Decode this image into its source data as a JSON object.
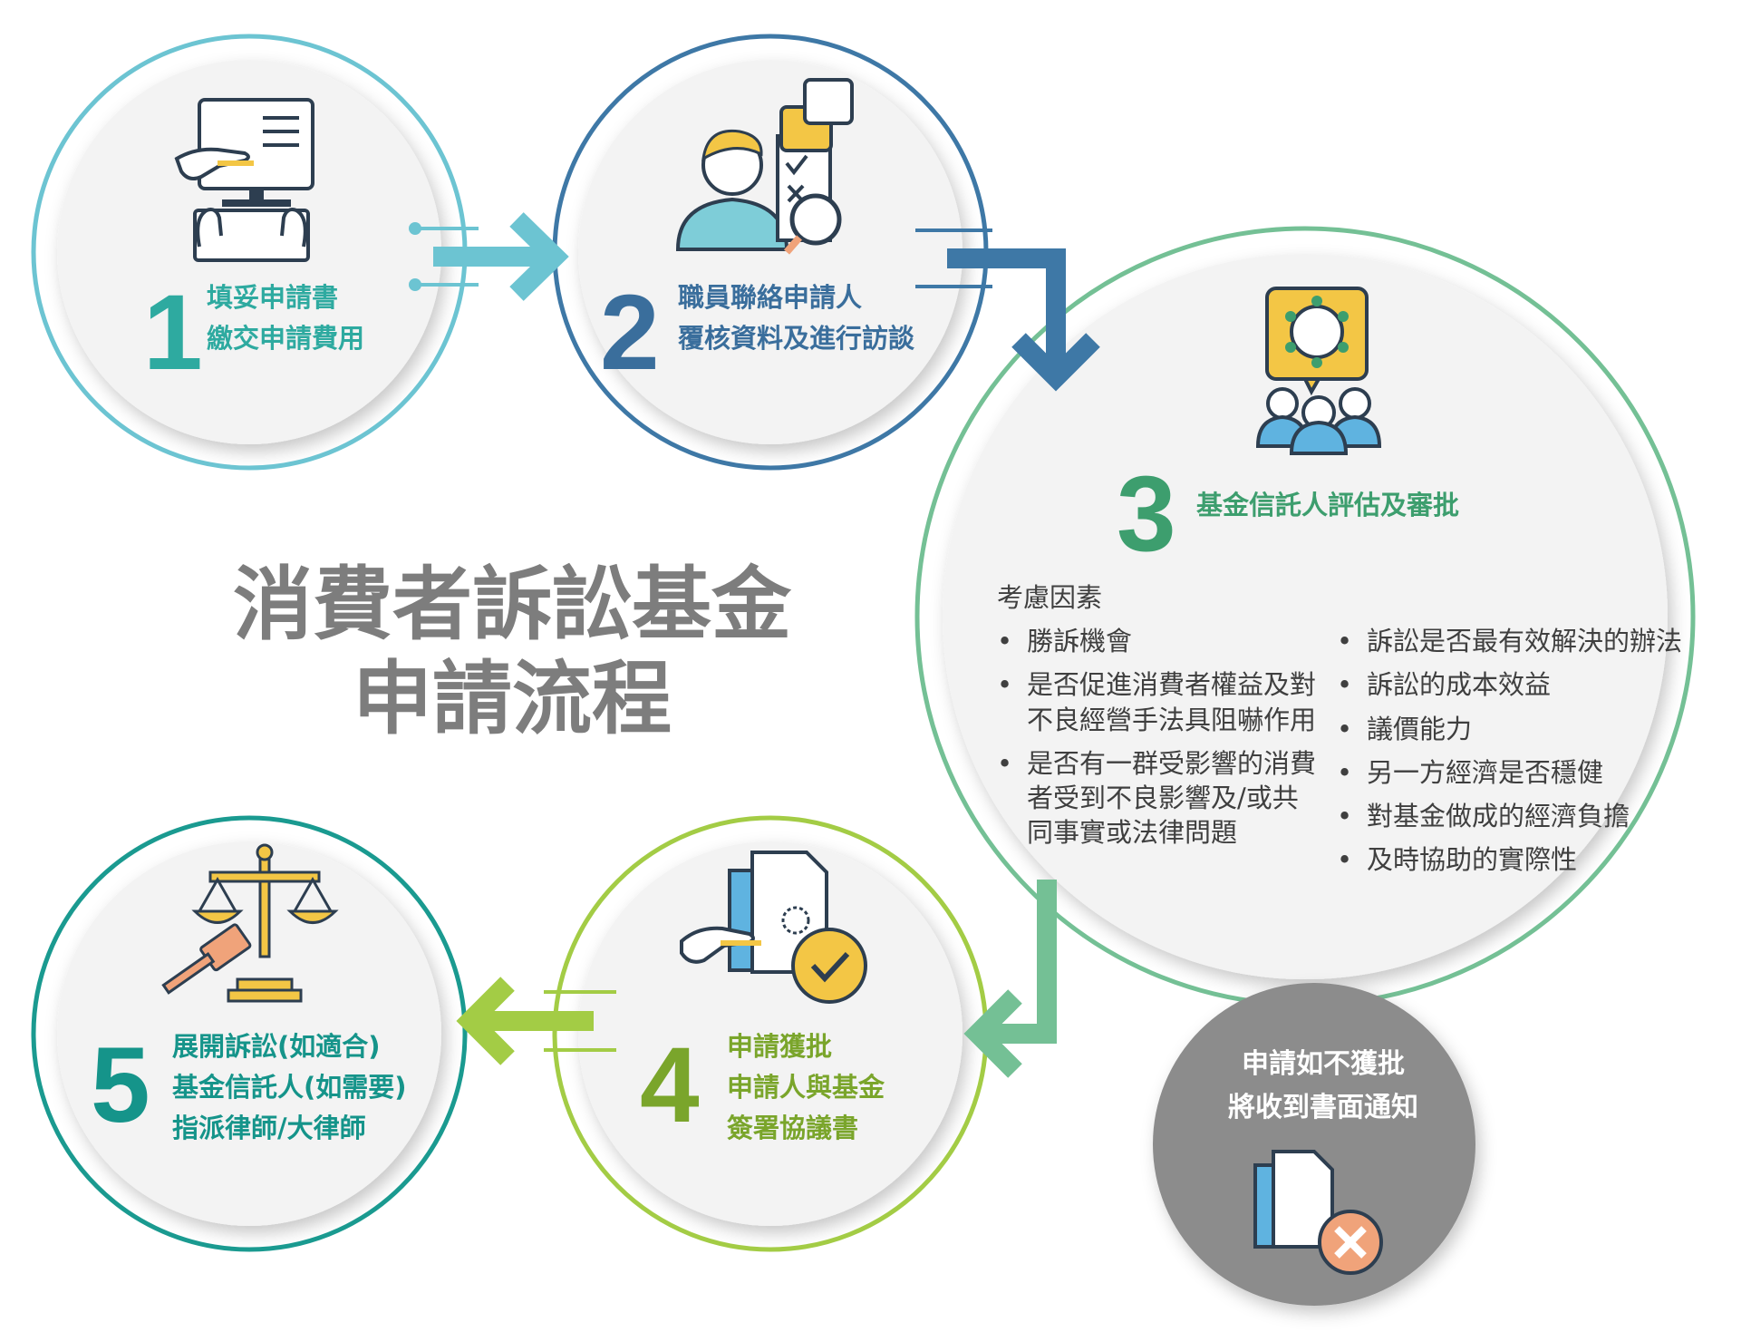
{
  "title": {
    "line1": "消費者訴訟基金",
    "line2": "申請流程"
  },
  "steps": [
    {
      "number": "1",
      "lines": [
        "填妥申請書",
        "繳交申請費用"
      ],
      "color": "#2eaaa0"
    },
    {
      "number": "2",
      "lines": [
        "職員聯絡申請人",
        "覆核資料及進行訪談"
      ],
      "color": "#3a6e9c"
    },
    {
      "number": "3",
      "lines": [
        "基金信託人評估及審批"
      ],
      "color": "#3d9e6e"
    },
    {
      "number": "4",
      "lines": [
        "申請獲批",
        "申請人與基金",
        "簽署協議書"
      ],
      "color": "#7aa52b"
    },
    {
      "number": "5",
      "lines": [
        "展開訴訟(如適合)",
        "基金信託人(如需要)",
        "指派律師/大律師"
      ],
      "color": "#15948a"
    }
  ],
  "considerations": {
    "heading": "考慮因素",
    "left": [
      {
        "lines": [
          "勝訴機會"
        ]
      },
      {
        "lines": [
          "是否促進消費者權益及對",
          "不良經營手法具阻嚇作用"
        ]
      },
      {
        "lines": [
          "是否有一群受影響的消費",
          "者受到不良影響及/或共",
          "同事實或法律問題"
        ]
      }
    ],
    "right": [
      "訴訟是否最有效解決的辦法",
      "訴訟的成本效益",
      "議價能力",
      "另一方經濟是否穩健",
      "對基金做成的經濟負擔",
      "及時協助的實際性"
    ]
  },
  "rejection": {
    "line1": "申請如不獲批",
    "line2": "將收到書面通知"
  },
  "colors": {
    "ring1": "#6cc4d2",
    "ring2": "#3e78a6",
    "ring3": "#74c095",
    "ring4": "#a3cc45",
    "ring5": "#1a9a90",
    "reject_bg": "#8c8c8c",
    "circle_fill": "#f3f3f3",
    "title": "#7d7d7d"
  },
  "icons": [
    "computer-form-icon",
    "interview-person-icon",
    "trustee-group-icon",
    "signed-document-icon",
    "justice-scale-gavel-icon",
    "rejected-document-icon"
  ]
}
